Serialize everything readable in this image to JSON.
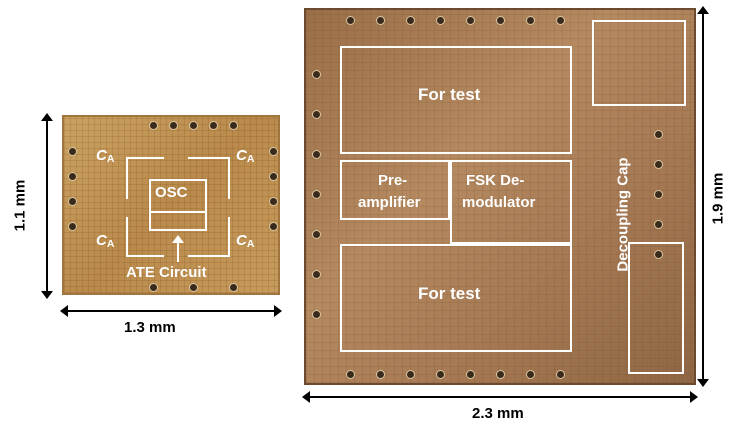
{
  "small_chip": {
    "osc_label": "OSC",
    "ca_labels": [
      "C",
      "C",
      "C",
      "C"
    ],
    "ca_sub": "A",
    "ate_label": "ATE Circuit",
    "width_label": "1.3 mm",
    "height_label": "1.1 mm"
  },
  "large_chip": {
    "blocks": {
      "for_test_top": "For test",
      "preamp_line1": "Pre-",
      "preamp_line2": "amplifier",
      "fsk_line1": "FSK De-",
      "fsk_line2": "modulator",
      "for_test_bottom": "For test",
      "decoupling": "Decoupling Cap"
    },
    "width_label": "2.3 mm",
    "height_label": "1.9 mm"
  },
  "colors": {
    "annotation": "#ffffff",
    "dimension": "#000000"
  }
}
